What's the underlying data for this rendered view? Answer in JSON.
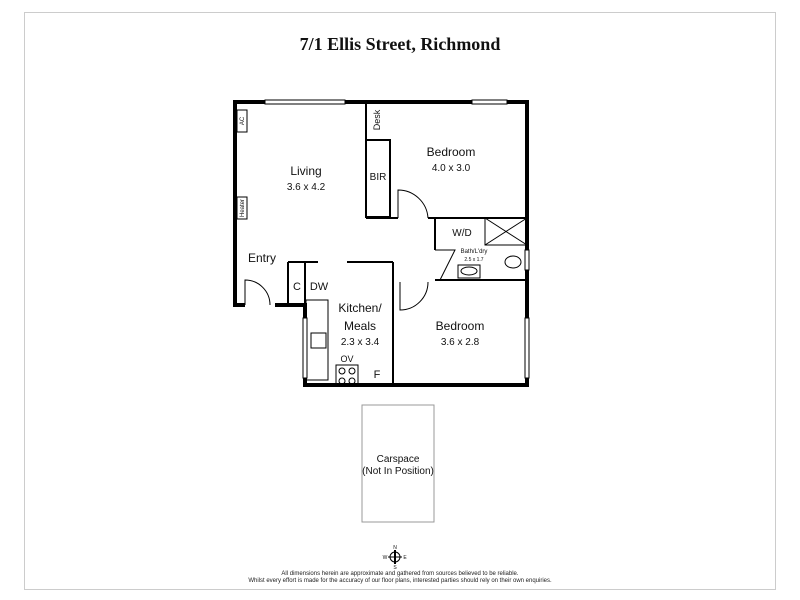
{
  "title": "7/1 Ellis Street, Richmond",
  "rooms": {
    "living": {
      "name": "Living",
      "dims": "3.6 x 4.2"
    },
    "bedroom1": {
      "name": "Bedroom",
      "dims": "4.0 x 3.0"
    },
    "bedroom2": {
      "name": "Bedroom",
      "dims": "3.6 x 2.8"
    },
    "kitchen": {
      "name1": "Kitchen/",
      "name2": "Meals",
      "dims": "2.3 x 3.4"
    },
    "bath": {
      "name": "Bath/L'dry",
      "dims": "2.5 x 1.7"
    },
    "entry": "Entry",
    "carspace": {
      "line1": "Carspace",
      "line2": "(Not In Position)"
    }
  },
  "fixtures": {
    "ac": "AC",
    "heater": "Heater",
    "desk": "Desk",
    "bir": "BIR",
    "wd": "W/D",
    "c": "C",
    "dw": "DW",
    "ov": "OV",
    "f": "F"
  },
  "compass": {
    "n": "N",
    "s": "S",
    "e": "E",
    "w": "W"
  },
  "disclaimer": {
    "line1": "All dimensions herein are approximate and gathered from sources believed to be reliable.",
    "line2": "Whilst every effort is made for the accuracy of our floor plans, interested parties should rely on their own enquiries."
  }
}
